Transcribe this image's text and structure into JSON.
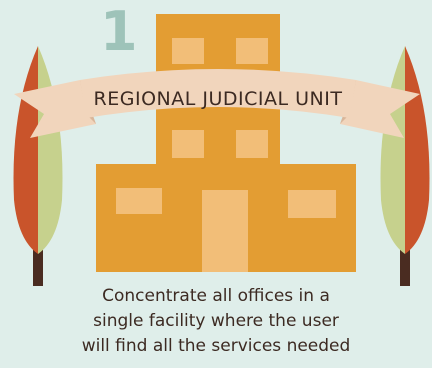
{
  "step_number": "1",
  "banner": {
    "title": "REGIONAL JUDICIAL UNIT"
  },
  "caption": {
    "lines": [
      "Concentrate all offices in a",
      "single facility where the user",
      "will find all the services needed"
    ]
  },
  "colors": {
    "background": "#dfeeea",
    "building": "#e39d33",
    "window": "#f2be78",
    "ribbon": "#f1d5bc",
    "ribbon_shadow": "#d9b69a",
    "tree_red": "#c9542b",
    "tree_green": "#c6d18d",
    "trunk": "#4a2c21",
    "number": "#9ec3b9",
    "text": "#3c2a22"
  }
}
